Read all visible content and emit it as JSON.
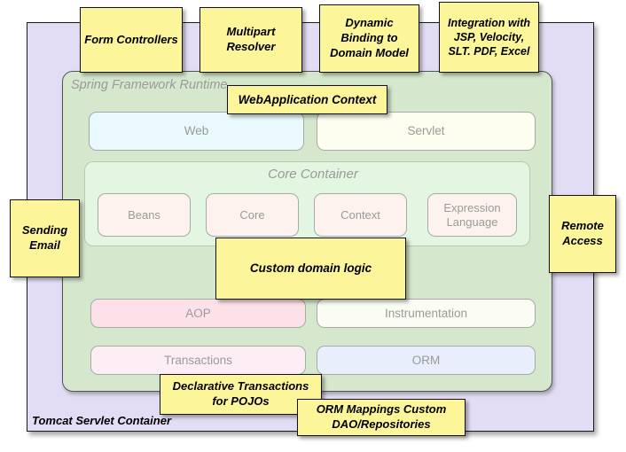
{
  "diagram": {
    "title": "Spring Framework Runtime architecture with annotations",
    "outer_container": {
      "label": "Tomcat Servlet Container",
      "color": "#e2ddf5"
    },
    "runtime_container": {
      "label": "Spring Framework Runtime",
      "color": "#d5e8ce"
    },
    "core_container": {
      "label": "Core Container",
      "color": "#e3f6e2"
    },
    "modules": {
      "top_row": [
        {
          "label": "Web",
          "color": "#eaf9fd"
        },
        {
          "label": "Servlet",
          "color": "#fdfdf0"
        }
      ],
      "core_row": [
        {
          "label": "Beans",
          "color": "#fdf2ee"
        },
        {
          "label": "Core",
          "color": "#fdf2ee"
        },
        {
          "label": "Context",
          "color": "#fdf2ee"
        },
        {
          "label": "Expression Language",
          "color": "#fdf2ee"
        }
      ],
      "aop_row": [
        {
          "label": "AOP",
          "color": "#fde1e9"
        },
        {
          "label": "Instrumentation",
          "color": "#fbfdf5"
        }
      ],
      "data_row": [
        {
          "label": "Transactions",
          "color": "#fdeef5"
        },
        {
          "label": "ORM",
          "color": "#e8eefb"
        }
      ]
    },
    "notes": [
      {
        "id": "form-controllers",
        "text": "Form Controllers"
      },
      {
        "id": "multipart-resolver",
        "text": "Multipart Resolver"
      },
      {
        "id": "dynamic-binding",
        "text": "Dynamic Binding to Domain Model"
      },
      {
        "id": "integration",
        "text": "Integration with JSP, Velocity, SLT. PDF, Excel"
      },
      {
        "id": "webapplication-context",
        "text": "WebApplication Context"
      },
      {
        "id": "sending-email",
        "text": "Sending Email"
      },
      {
        "id": "remote-access",
        "text": "Remote Access"
      },
      {
        "id": "custom-domain-logic",
        "text": "Custom domain logic"
      },
      {
        "id": "declarative-transactions",
        "text": "Declarative Transactions for POJOs"
      },
      {
        "id": "orm-mappings",
        "text": "ORM Mappings Custom DAO/Repositories"
      }
    ],
    "note_color": "#fdf59a"
  }
}
